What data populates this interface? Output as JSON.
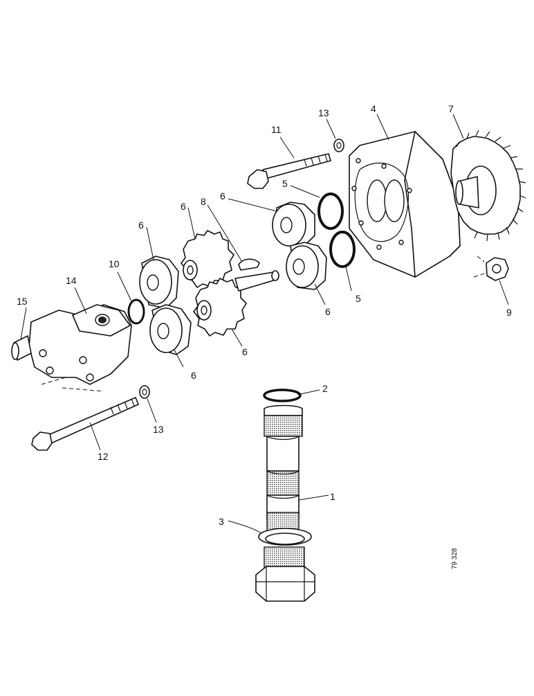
{
  "labels": {
    "l1": "1",
    "l2": "2",
    "l3": "3",
    "l4": "4",
    "l5a": "5",
    "l5b": "5",
    "l6a": "6",
    "l6b": "6",
    "l6c": "6",
    "l6d": "6",
    "l6e": "6",
    "l6f": "6",
    "l7": "7",
    "l8": "8",
    "l9": "9",
    "l10": "10",
    "l11": "11",
    "l12": "12",
    "l13a": "13",
    "l13b": "13",
    "l14": "14",
    "l15": "15"
  },
  "figure_ref": "79 328"
}
